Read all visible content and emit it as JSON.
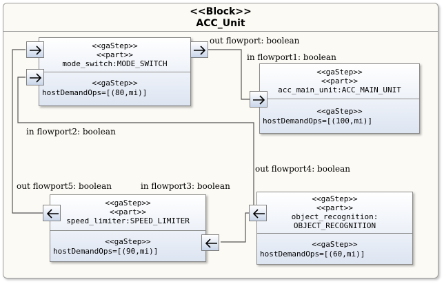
{
  "block": {
    "stereotype": "<<Block>>",
    "name": "ACC_Unit"
  },
  "parts": [
    {
      "id": "mode_switch",
      "stereo_gastep": "<<gaStep>>",
      "stereo_part": "<<part>>",
      "name": "mode_switch:MODE_SWITCH",
      "ops_stereo": "<<gaStep>>",
      "ops": "hostDemandOps=[(80,mi)]"
    },
    {
      "id": "acc_main_unit",
      "stereo_gastep": "<<gaStep>>",
      "stereo_part": "<<part>>",
      "name": "acc_main_unit:ACC_MAIN_UNIT",
      "ops_stereo": "<<gaStep>>",
      "ops": "hostDemandOps=[(100,mi)]"
    },
    {
      "id": "speed_limiter",
      "stereo_gastep": "<<gaStep>>",
      "stereo_part": "<<part>>",
      "name": "speed_limiter:SPEED_LIMITER",
      "ops_stereo": "<<gaStep>>",
      "ops": "hostDemandOps=[(90,mi)]"
    },
    {
      "id": "object_recognition",
      "stereo_gastep": "<<gaStep>>",
      "stereo_part": "<<part>>",
      "name_line1": "object_recognition:",
      "name_line2": "OBJECT_RECOGNITION",
      "ops_stereo": "<<gaStep>>",
      "ops": "hostDemandOps=[(60,mi)]"
    }
  ],
  "flowports": {
    "out_flowport": "out flowport: boolean",
    "in_flowport1": "in flowport1: boolean",
    "in_flowport2": "in flowport2: boolean",
    "in_flowport3": "in flowport3: boolean",
    "out_flowport4": "out flowport4: boolean",
    "out_flowport5": "out flowport5: boolean"
  }
}
